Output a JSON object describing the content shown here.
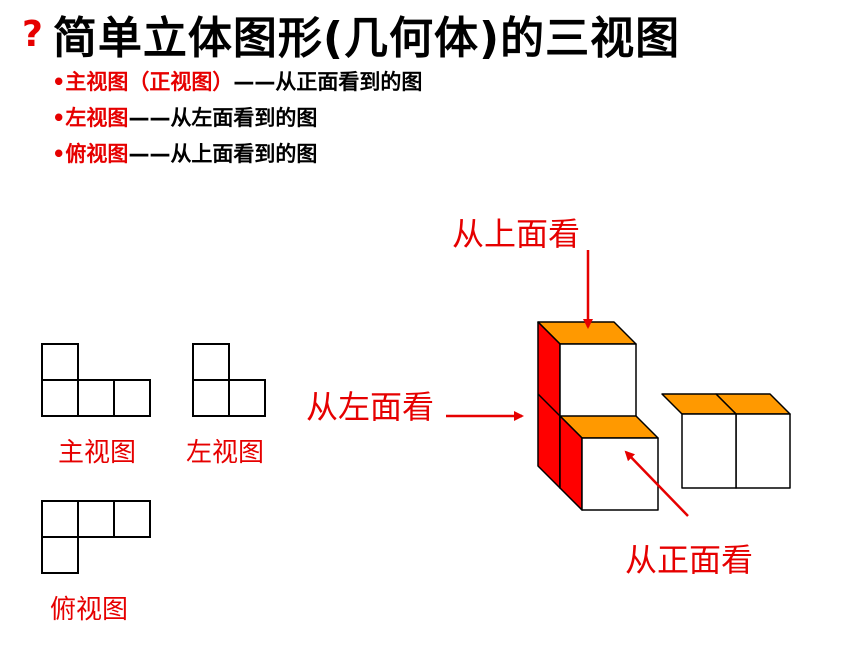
{
  "header": {
    "question_icon": "question-mark-icon",
    "title": "简单立体图形(几何体)的三视图"
  },
  "definitions": [
    {
      "term": "•主视图（正视图）",
      "text": "——从正面看到的图"
    },
    {
      "term": "•左视图",
      "text": "——从左面看到的图"
    },
    {
      "term": "•俯视图",
      "text": "——从上面看到的图"
    }
  ],
  "views": {
    "front_label": "主视图",
    "left_label": "左视图",
    "top_label": "俯视图"
  },
  "arrows": {
    "from_top": "从上面看",
    "from_left": "从左面看",
    "from_front": "从正面看"
  },
  "colors": {
    "accent_red": "#e60000",
    "cube_top": "#ff9900",
    "cube_side": "#ff0000"
  }
}
